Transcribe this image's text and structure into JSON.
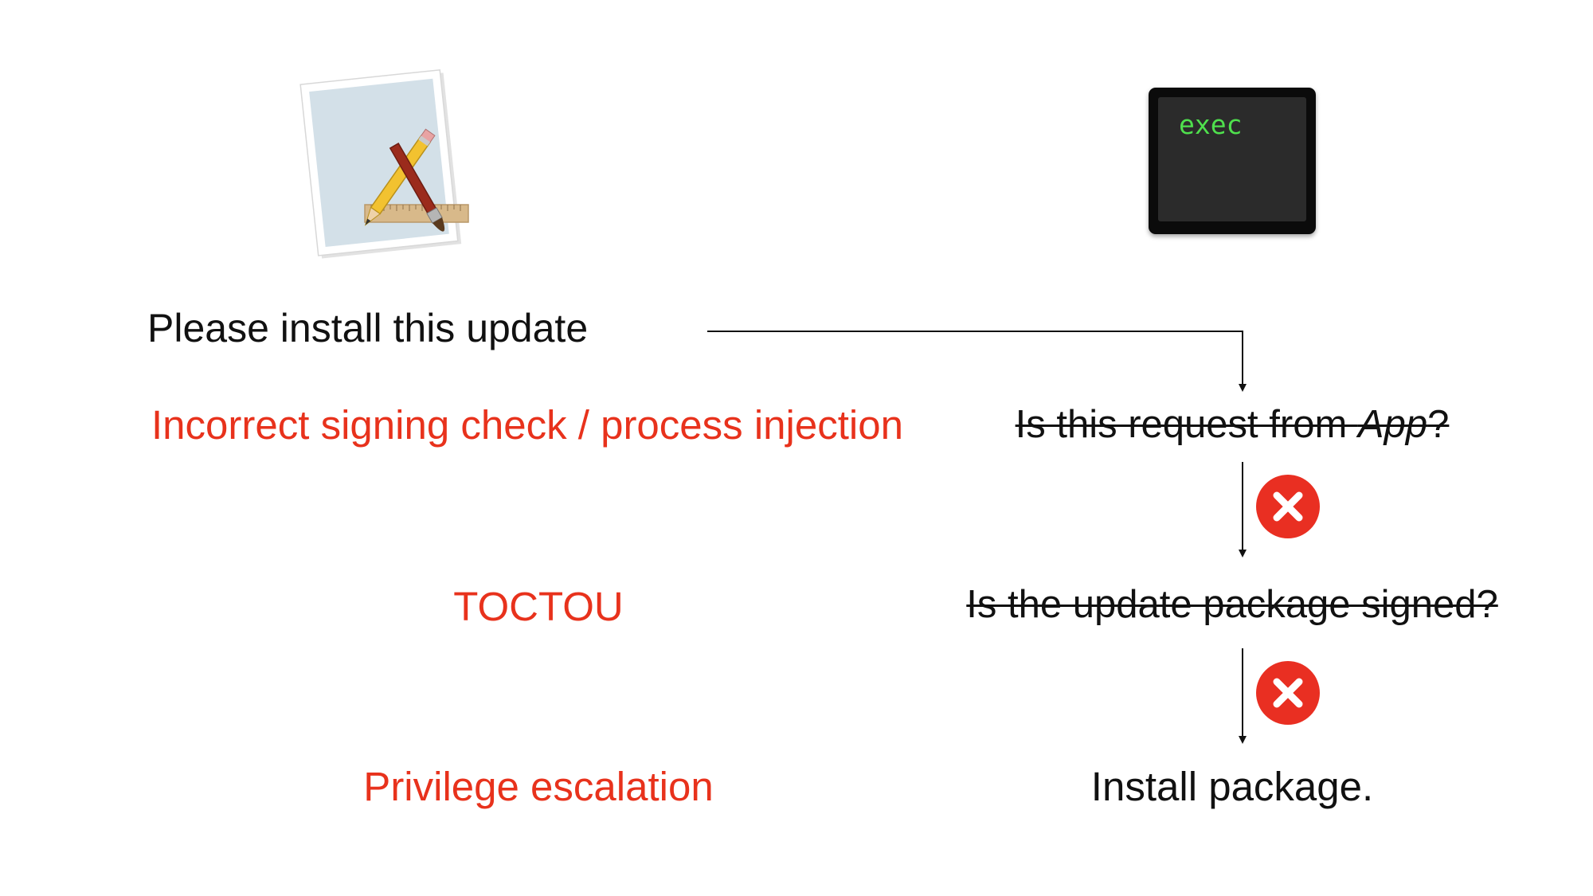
{
  "left_column": {
    "request_label": "Please install this update",
    "vuln_1": "Incorrect signing check / process injection",
    "vuln_2": "TOCTOU",
    "vuln_3": "Privilege escalation"
  },
  "right_column": {
    "terminal_text": "exec",
    "check_1": {
      "prefix": "Is this request from ",
      "emphasis": "App",
      "suffix": "?",
      "struck_through": true
    },
    "check_2": {
      "text": "Is the update package signed?",
      "struck_through": true
    },
    "final_step": "Install package."
  },
  "icons": {
    "app_icon": "xcode-app-icon",
    "terminal_icon": "terminal-icon",
    "fail_icon": "red-x-circle-icon"
  },
  "colors": {
    "vulnerability_text": "#e8321c",
    "normal_text": "#111111",
    "fail_badge": "#e92f22",
    "terminal_green": "#4fe04d"
  }
}
